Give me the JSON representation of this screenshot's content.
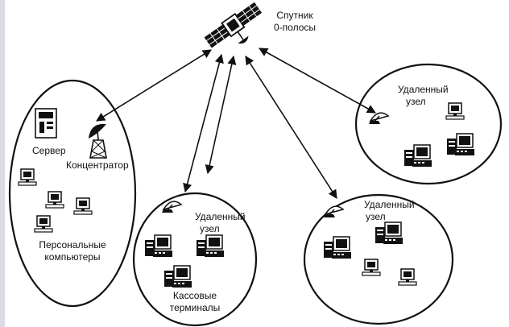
{
  "satellite": {
    "label_line1": "Спутник",
    "label_line2": "0-полосы"
  },
  "hub_site": {
    "server_label": "Сервер",
    "hub_label": "Концентратор",
    "pcs_label_line1": "Персональные",
    "pcs_label_line2": "компьютеры"
  },
  "remote_site_top_right": {
    "label_line1": "Удаленный",
    "label_line2": "узел"
  },
  "remote_site_bottom_center": {
    "label_line1": "Удаленный",
    "label_line2": "узел",
    "terminals_line1": "Кассовые",
    "terminals_line2": "терминалы"
  },
  "remote_site_bottom_right": {
    "label_line1": "Удаленный",
    "label_line2": "узел"
  },
  "colors": {
    "ink": "#111111",
    "screen": "#1a1a1a",
    "edge_strip": "#d9dce6"
  }
}
